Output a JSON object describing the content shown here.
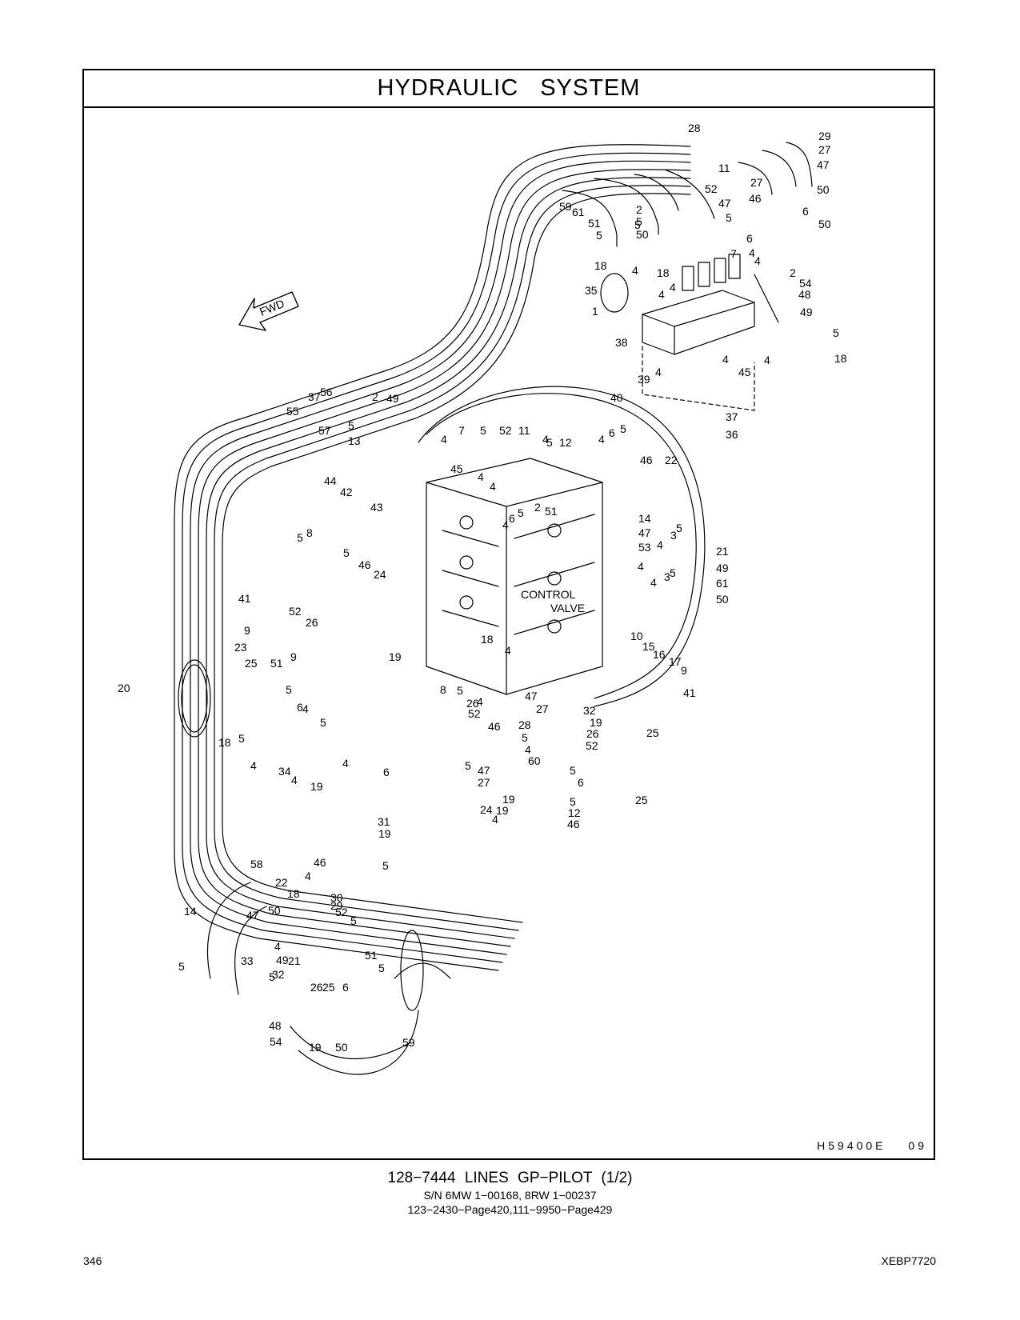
{
  "title": "HYDRAULIC   SYSTEM",
  "drawing": {
    "fwd_label": "FWD",
    "control_valve_label": [
      "CONTROL",
      "VALVE"
    ],
    "callouts": [
      "28",
      "29",
      "27",
      "47",
      "11",
      "52",
      "27",
      "50",
      "46",
      "59",
      "61",
      "2",
      "47",
      "5",
      "5",
      "6",
      "50",
      "51",
      "5",
      "50",
      "5",
      "6",
      "4",
      "7",
      "4",
      "18",
      "4",
      "18",
      "4",
      "35",
      "1",
      "4",
      "38",
      "2",
      "54",
      "48",
      "49",
      "5",
      "45",
      "4",
      "4",
      "18",
      "40",
      "39",
      "4",
      "37",
      "36",
      "56",
      "2",
      "49",
      "37",
      "55",
      "5",
      "13",
      "57",
      "4",
      "7",
      "5",
      "52",
      "11",
      "4",
      "5",
      "12",
      "4",
      "6",
      "5",
      "46",
      "22",
      "45",
      "4",
      "4",
      "44",
      "42",
      "43",
      "14",
      "47",
      "2",
      "51",
      "4",
      "6",
      "5",
      "53",
      "4",
      "5",
      "8",
      "5",
      "46",
      "24",
      "4",
      "3",
      "5",
      "21",
      "49",
      "41",
      "52",
      "26",
      "4",
      "3",
      "5",
      "61",
      "50",
      "9",
      "23",
      "9",
      "19",
      "18",
      "4",
      "10",
      "15",
      "16",
      "17",
      "9",
      "41",
      "25",
      "51",
      "20",
      "5",
      "4",
      "6",
      "5",
      "8",
      "5",
      "26",
      "4",
      "52",
      "46",
      "47",
      "27",
      "28",
      "5",
      "4",
      "60",
      "5",
      "32",
      "19",
      "26",
      "52",
      "25",
      "5",
      "18",
      "4",
      "34",
      "4",
      "19",
      "4",
      "6",
      "5",
      "47",
      "27",
      "25",
      "19",
      "19",
      "4",
      "6",
      "5",
      "12",
      "46",
      "24",
      "19",
      "31",
      "5",
      "58",
      "46",
      "22",
      "18",
      "4",
      "30",
      "50",
      "29",
      "47",
      "14",
      "52",
      "5",
      "33",
      "4",
      "49",
      "21",
      "51",
      "5",
      "32",
      "5",
      "26",
      "25",
      "6",
      "5",
      "48",
      "54",
      "19",
      "50",
      "59"
    ],
    "ref_code": "H59400E",
    "ref_page": "09"
  },
  "caption": {
    "line1": "128−7444   LINES   GP−PILOT (1/2)",
    "line2": "S/N 6MW 1−00168, 8RW 1−00237",
    "line3": "123−2430−Page420,111−9950−Page429"
  },
  "footer": {
    "page_number": "346",
    "document_id": "XEBP7720"
  }
}
